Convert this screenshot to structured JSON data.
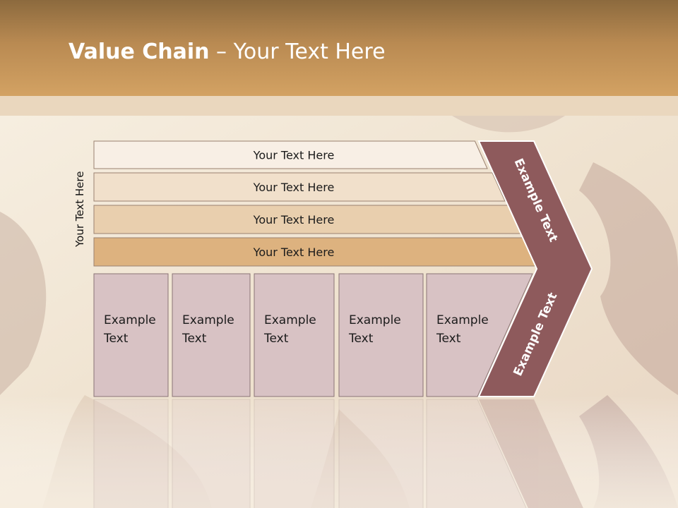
{
  "slide": {
    "title_bold": "Value Chain",
    "title_rest": " – Your Text Here",
    "side_label": "Your Text Here"
  },
  "support_rows": [
    {
      "label": "Your Text Here",
      "fill": "#f8efe5"
    },
    {
      "label": "Your Text Here",
      "fill": "#f1e0cb"
    },
    {
      "label": "Your Text Here",
      "fill": "#e9cfae"
    },
    {
      "label": "Your Text Here",
      "fill": "#ddb27f"
    }
  ],
  "primary_boxes": [
    {
      "line1": "Example",
      "line2": "Text"
    },
    {
      "line1": "Example",
      "line2": "Text"
    },
    {
      "line1": "Example",
      "line2": "Text"
    },
    {
      "line1": "Example",
      "line2": "Text"
    },
    {
      "line1": "Example",
      "line2": "Text"
    }
  ],
  "arrow": {
    "upper_label": "Example Text",
    "lower_label": "Example Text",
    "color": "#8e5a5c"
  },
  "colors": {
    "header": "#b98a52",
    "box_fill": "#d8c2c4",
    "box_stroke": "#8a7476"
  }
}
